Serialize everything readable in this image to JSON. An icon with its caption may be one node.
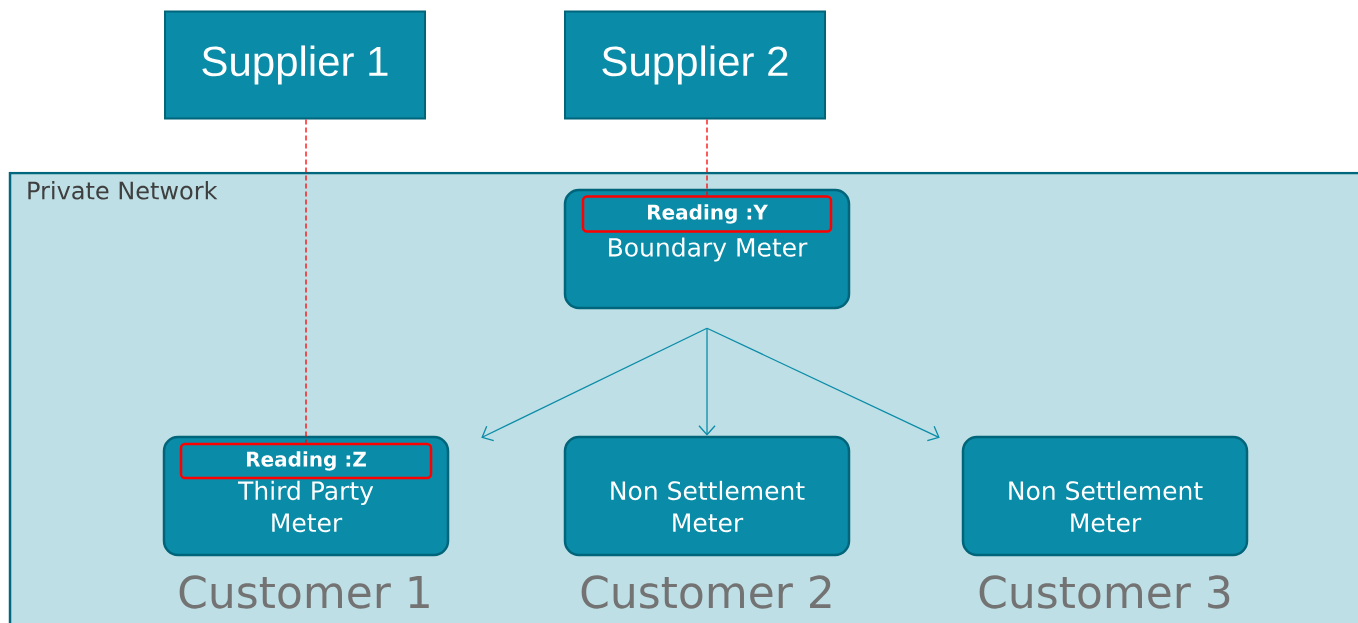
{
  "diagram": {
    "nodes": [
      {
        "text": [
          "Supplier 1"
        ]
      },
      {
        "text": [
          "Supplier 2"
        ]
      },
      {
        "text": [
          "Private Network"
        ]
      },
      {
        "text": [
          "Boundary Meter"
        ],
        "in": 2
      },
      {
        "text": [
          "Reading :Y"
        ],
        "in": 3
      },
      {
        "text": [
          "Third Party Meter"
        ],
        "in": 2,
        "beside": [
          "Customer 1"
        ]
      },
      {
        "text": [
          "Reading :Z"
        ],
        "in": 5
      },
      {
        "text": [
          "Non Settlement Meter"
        ],
        "in": 2,
        "beside": [
          "Customer 2"
        ]
      },
      {
        "text": [
          "Non Settlement Meter"
        ],
        "in": 2,
        "beside": [
          "Customer 3"
        ]
      }
    ],
    "edges": [
      {
        "from": 0,
        "to": 6,
        "arrow": "none",
        "style": "dashed",
        "color": "#ff0000"
      },
      {
        "from": 1,
        "to": 4,
        "arrow": "none",
        "style": "dashed",
        "color": "#ff0000"
      },
      {
        "from": 3,
        "to": 5,
        "arrow": "to"
      },
      {
        "from": 3,
        "to": 7,
        "arrow": "to"
      },
      {
        "from": 3,
        "to": 8,
        "arrow": "to"
      }
    ]
  }
}
